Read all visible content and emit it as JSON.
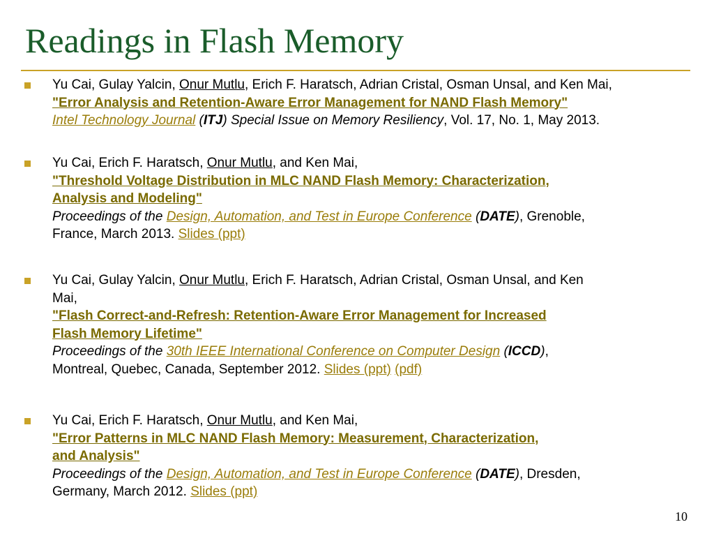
{
  "slide": {
    "title": "Readings in Flash Memory",
    "page_number": "10"
  },
  "colors": {
    "title": "#1a5c2a",
    "accent_rule": "#c9a227",
    "bullet": "#c9a227",
    "paper_link": "#7a6a00",
    "venue_link": "#9a7d0a"
  },
  "refs": [
    {
      "authors_a": "Yu Cai, Gulay Yalcin, ",
      "highlight": "Onur Mutlu",
      "authors_b": ", Erich F. Haratsch, Adrian Cristal, Osman Unsal, and Ken Mai,",
      "paper": "\"Error Analysis and Retention-Aware Error Management for NAND Flash Memory\"",
      "venue_link": "Intel Technology Journal",
      "open_paren": " (",
      "abbr": "ITJ",
      "close_text": ") Special Issue on Memory Resiliency",
      "tail": ", Vol. 17, No. 1, May 2013."
    },
    {
      "authors_a": "Yu Cai, Erich F. Haratsch, ",
      "highlight": "Onur Mutlu",
      "authors_b": ", and Ken Mai,",
      "paper_l1": "\"Threshold Voltage Distribution in MLC NAND Flash Memory: Characterization,",
      "paper_l2": "Analysis and Modeling\"",
      "proc_prefix": "Proceedings of the ",
      "venue_link": "Design, Automation, and Test in Europe Conference",
      "open_paren": " (",
      "abbr": "DATE",
      "close_paren": ")",
      "tail_l1": ", Grenoble,",
      "tail_l2": "France, March 2013. ",
      "slides": "Slides (ppt)"
    },
    {
      "authors_l1": "Yu Cai, Gulay Yalcin, ",
      "highlight": "Onur Mutlu",
      "authors_l1b": ", Erich F. Haratsch, Adrian Cristal, Osman Unsal, and Ken",
      "authors_l2": "Mai,",
      "paper_l1": "\"Flash Correct-and-Refresh: Retention-Aware Error Management for Increased",
      "paper_l2": "Flash Memory Lifetime\"",
      "proc_prefix": "Proceedings of the ",
      "venue_link": "30th IEEE International Conference on Computer Design",
      "open_paren": " (",
      "abbr": "ICCD",
      "close_paren": ")",
      "tail_l1": ",",
      "tail_l2": "Montreal, Quebec, Canada, September 2012. ",
      "slides": "Slides (ppt)",
      "pdf": "(pdf)"
    },
    {
      "authors_a": "Yu Cai, Erich F. Haratsch, ",
      "highlight": "Onur Mutlu",
      "authors_b": ", and Ken Mai,",
      "paper_l1": "\"Error Patterns in MLC NAND Flash Memory: Measurement, Characterization,",
      "paper_l2": "and Analysis\"",
      "proc_prefix": "Proceedings of the ",
      "venue_link": "Design, Automation, and Test in Europe Conference",
      "open_paren": " (",
      "abbr": "DATE",
      "close_paren": ")",
      "tail_l1": ", Dresden,",
      "tail_l2": "Germany, March 2012. ",
      "slides": "Slides (ppt)"
    }
  ]
}
